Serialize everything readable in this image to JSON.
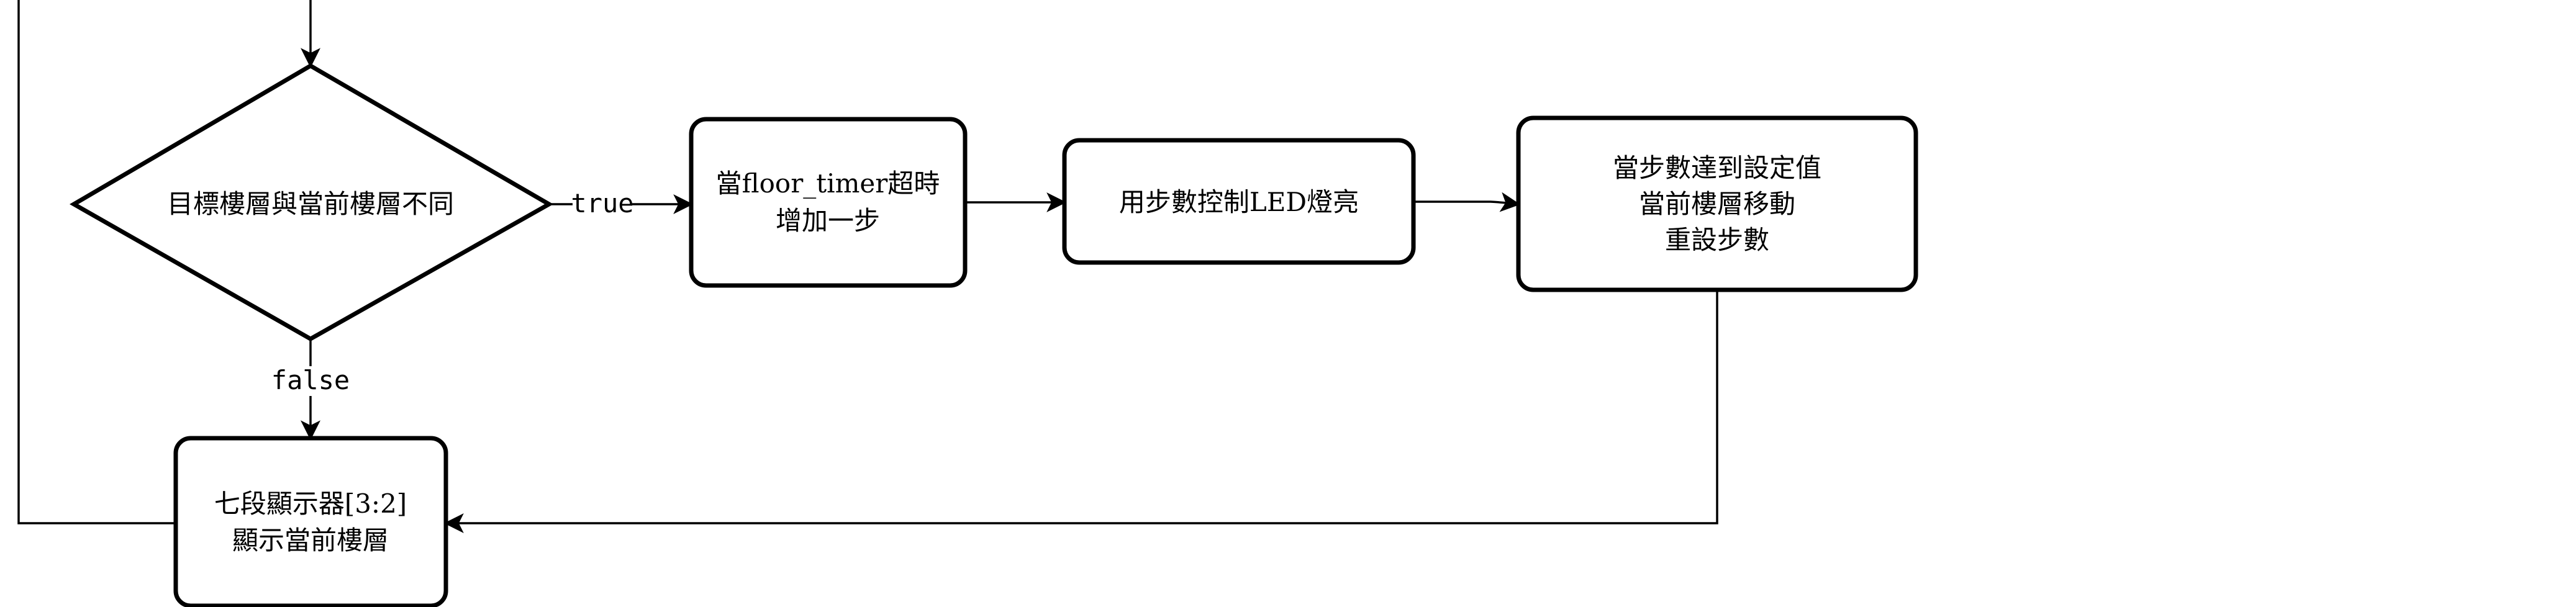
{
  "diagram": {
    "colors": {
      "stroke": "#000000",
      "background": "#ffffff",
      "text": "#000000"
    },
    "nodes": {
      "decision": {
        "line1": "目標樓層與當前樓層不同"
      },
      "timer_step": {
        "line1": "當floor_timer超時",
        "line2": "增加一步"
      },
      "led_control": {
        "line1": "用步數控制LED燈亮"
      },
      "move_floor": {
        "line1": "當步數達到設定值",
        "line2": "當前樓層移動",
        "line3": "重設步數"
      },
      "display": {
        "line1": "七段顯示器[3:2]",
        "line2": "顯示當前樓層"
      }
    },
    "edges": {
      "true_label": "true",
      "false_label": "false"
    }
  }
}
